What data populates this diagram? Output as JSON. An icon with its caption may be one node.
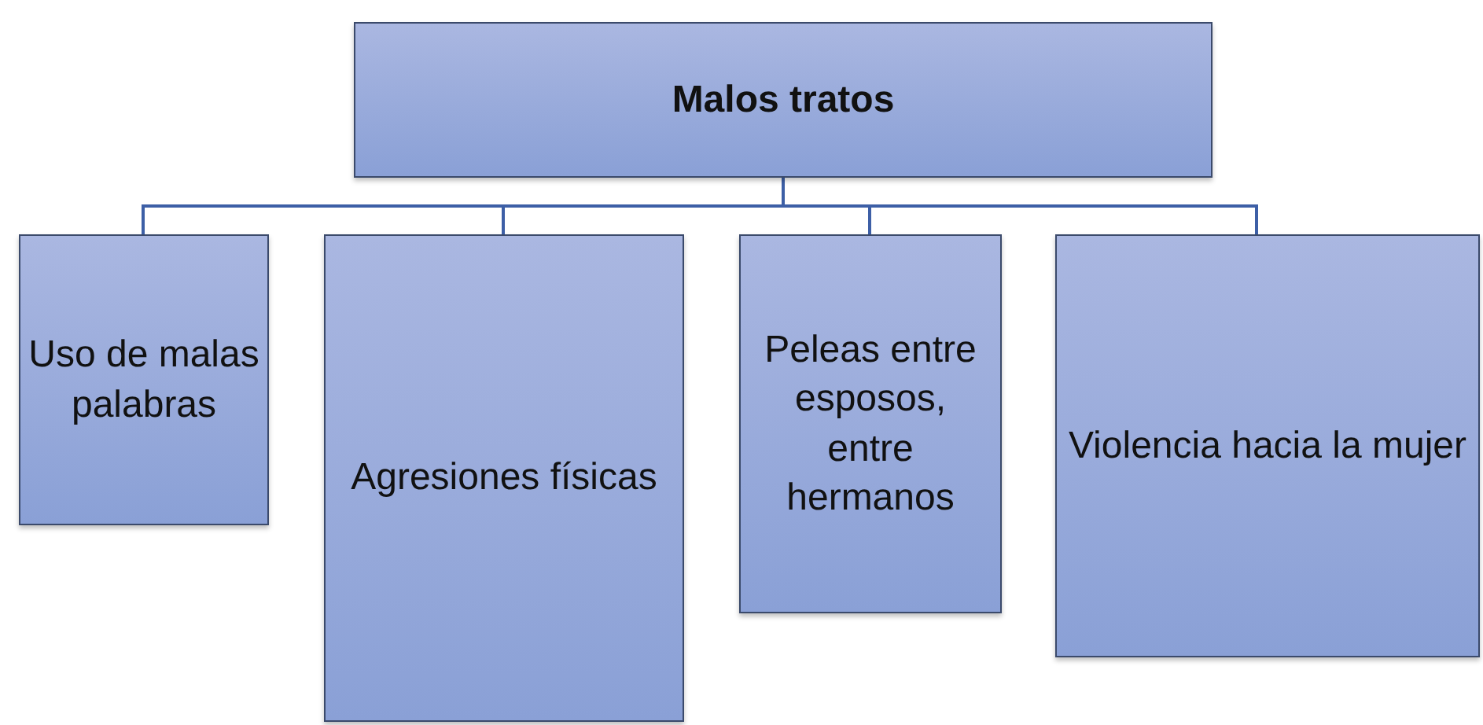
{
  "diagram": {
    "nodes": [
      {
        "text": [
          "Malos tratos"
        ]
      },
      {
        "text": [
          "Uso de malas palabras"
        ]
      },
      {
        "text": [
          "Agresiones físicas"
        ]
      },
      {
        "text": [
          "Peleas entre esposos, entre hermanos"
        ]
      },
      {
        "text": [
          "Violencia hacia la mujer"
        ]
      }
    ],
    "edges": [
      {
        "from": 0,
        "to": 1,
        "arrow": "none"
      },
      {
        "from": 0,
        "to": 2,
        "arrow": "none"
      },
      {
        "from": 0,
        "to": 3,
        "arrow": "none"
      },
      {
        "from": 0,
        "to": 4,
        "arrow": "none"
      }
    ]
  }
}
